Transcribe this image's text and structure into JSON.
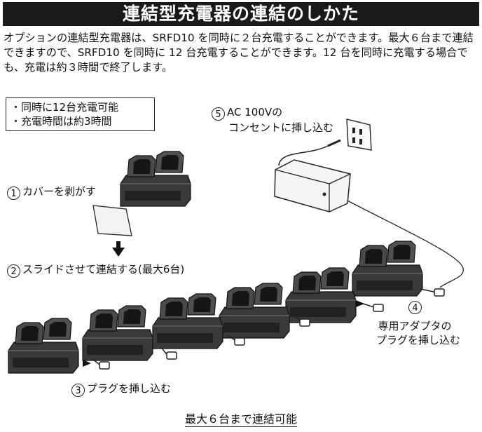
{
  "title": "連結型充電器の連結のしかた",
  "intro": "オプションの連結型充電器は、SRFD10 を同時に２台充電することができます。最大６台まで連結できますので、SRFD10 を同時に 12 台充電することができます。12 台を同時に充電する場合でも、充電は約３時間で終了します。",
  "info_box": {
    "lines": [
      "・同時に12台充電可能",
      "・充電時間は約3時間"
    ]
  },
  "steps": [
    {
      "num": "1",
      "text": "カバーを剥がす"
    },
    {
      "num": "2",
      "text": "スライドさせて連結する(最大6台)"
    },
    {
      "num": "3",
      "text": "プラグを挿し込む"
    },
    {
      "num": "4",
      "text_line1": "専用アダプタの",
      "text_line2": "プラグを挿し込む"
    },
    {
      "num": "5",
      "text_line1": "AC 100Vの",
      "text_line2": "コンセントに挿し込む"
    }
  ],
  "footer": "最大６台まで連結可能",
  "icons": [
    "down-arrow-icon",
    "wall-outlet-icon",
    "ac-adapter-icon",
    "charger-unit-icon"
  ]
}
